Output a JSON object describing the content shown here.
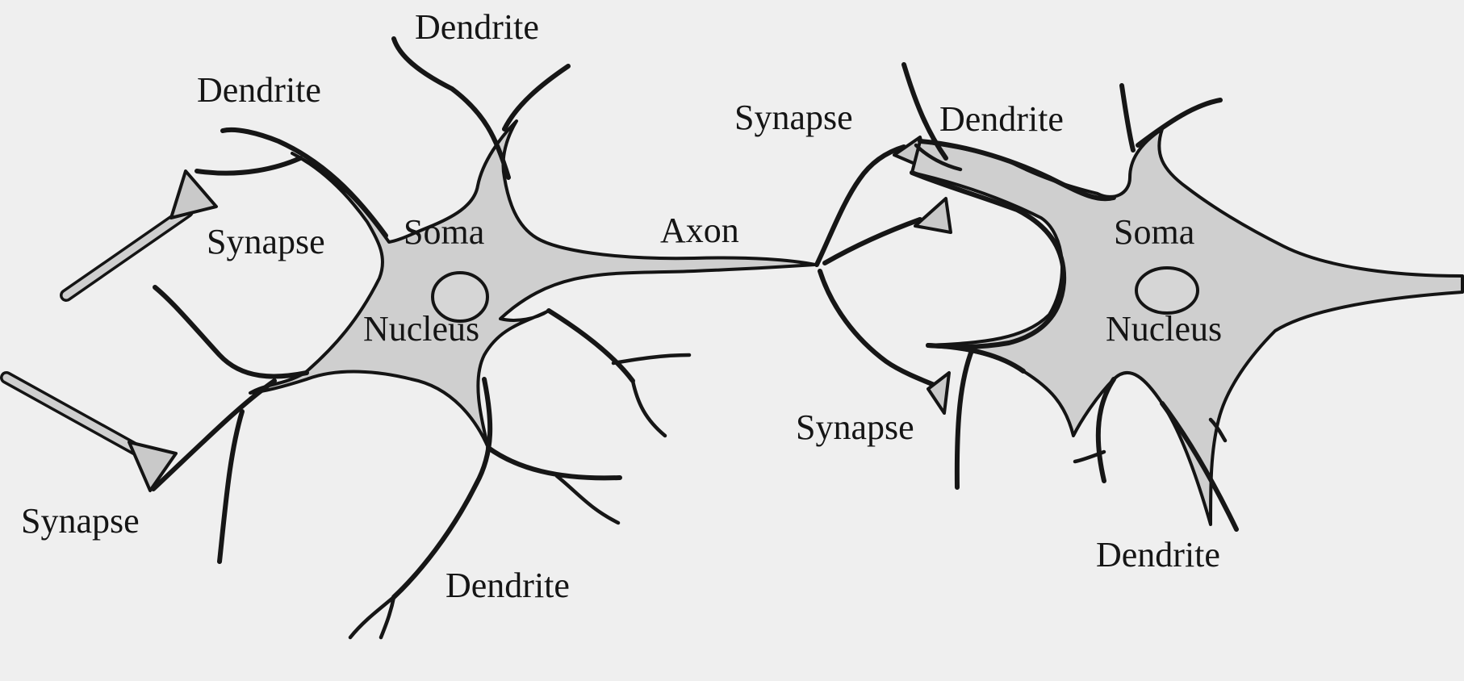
{
  "labels": {
    "dendrite_top": "Dendrite",
    "dendrite_upper_left": "Dendrite",
    "dendrite_bottom_left": "Dendrite",
    "dendrite_right_top": "Dendrite",
    "dendrite_right_bottom": "Dendrite",
    "synapse_left_upper": "Synapse",
    "synapse_left_lower": "Synapse",
    "synapse_top_middle": "Synapse",
    "synapse_bottom_middle": "Synapse",
    "soma_left": "Soma",
    "soma_right": "Soma",
    "nucleus_left": "Nucleus",
    "nucleus_right": "Nucleus",
    "axon": "Axon"
  },
  "colors": {
    "background": "#efefef",
    "cell_fill": "#cfcfcf",
    "outline": "#141414"
  }
}
